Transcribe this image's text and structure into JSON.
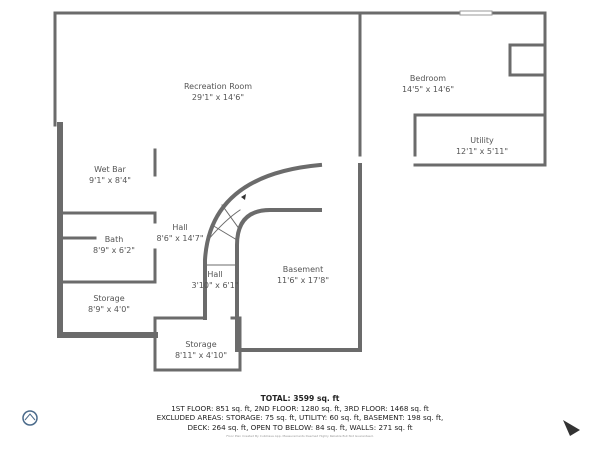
{
  "rooms": [
    {
      "name": "Recreation Room",
      "dims": "29'1\" x 14'6\""
    },
    {
      "name": "Bedroom",
      "dims": "14'5\" x 14'6\""
    },
    {
      "name": "Utility",
      "dims": "12'1\" x 5'11\""
    },
    {
      "name": "Wet Bar",
      "dims": "9'1\" x 8'4\""
    },
    {
      "name": "Hall",
      "dims": "8'6\" x 14'7\""
    },
    {
      "name": "Bath",
      "dims": "8'9\" x 6'2\""
    },
    {
      "name": "Hall",
      "dims": "3'10\" x 6'1\""
    },
    {
      "name": "Basement",
      "dims": "11'6\" x 17'8\""
    },
    {
      "name": "Storage",
      "dims": "8'9\" x 4'0\""
    },
    {
      "name": "Storage",
      "dims": "8'11\" x 4'10\""
    }
  ],
  "summary": {
    "total": "TOTAL: 3599 sq. ft",
    "floors": "1ST FLOOR: 851 sq. ft, 2ND FLOOR: 1280 sq. ft, 3RD FLOOR: 1468 sq. ft",
    "excluded_1": "EXCLUDED AREAS: STORAGE: 75 sq. ft, UTILITY: 60 sq. ft, BASEMENT: 198 sq. ft,",
    "excluded_2": "DECK: 264 sq. ft, OPEN TO BELOW: 84 sq. ft, WALLS: 271 sq. ft",
    "credit": "Floor Plan Created By CubiCasa App. Measurements Deemed Highly Reliable But Not Guaranteed."
  },
  "icons": {
    "compass": "north-arrow-icon",
    "logo": "cubicasa-logo"
  },
  "colors": {
    "wall": "#6b6b6b",
    "text": "#555555"
  }
}
